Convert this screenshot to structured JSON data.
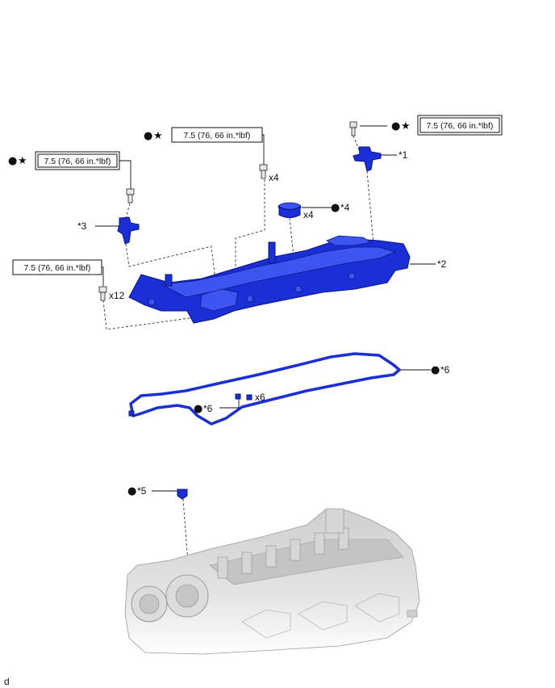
{
  "torque": {
    "spec_a": "7.5 (76, 66 in.*lbf)",
    "spec_b": "7.5 (76, 66 in.*lbf)",
    "spec_c": "7.5 (76, 66 in.*lbf)",
    "spec_d": "7.5 (76, 66 in.*lbf)"
  },
  "symbols": {
    "dot": "●",
    "star": "★"
  },
  "callouts": {
    "c1": "*1",
    "c2": "*2",
    "c3": "*3",
    "c4": "*4",
    "c5": "*5",
    "c6a": "*6",
    "c6b": "*6"
  },
  "quantities": {
    "q_bolt_center": "x4",
    "q_seal": "x4",
    "q_bolt_cover": "x12",
    "q_gasket": "x6"
  },
  "footer": {
    "code": "d"
  },
  "colors": {
    "part": "#1a2fd6",
    "head": "#d8d8d8"
  }
}
